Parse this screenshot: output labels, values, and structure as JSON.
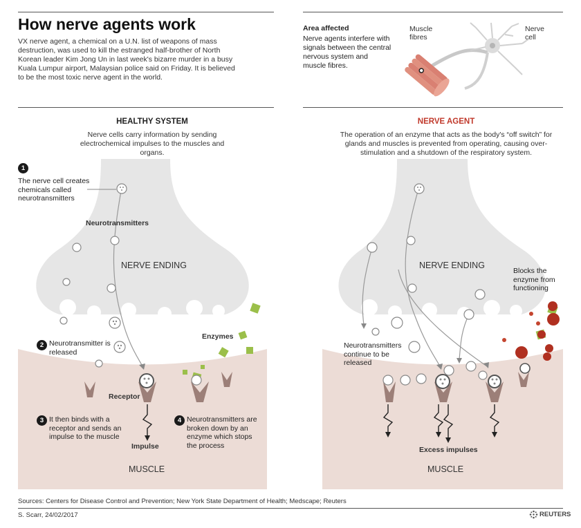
{
  "header": {
    "title": "How nerve agents work",
    "intro": "VX nerve agent, a chemical on a U.N. list of weapons of mass destruction, was used to kill the estranged half-brother of North Korean leader Kim Jong Un in last week's bizarre murder in a busy Kuala Lumpur airport, Malaysian police said on Friday. It is believed to be the most toxic nerve agent in the world."
  },
  "area": {
    "heading": "Area affected",
    "text": "Nerve agents interfere with signals between the central nervous system and muscle fibres.",
    "muscle_label": "Muscle fibres",
    "cell_label": "Nerve cell"
  },
  "healthy": {
    "heading": "HEALTHY SYSTEM",
    "description": "Nerve cells carry information by sending electrochemical impulses to the muscles and organs.",
    "steps": [
      {
        "num": "1",
        "text": "The nerve cell creates chemicals called neurotransmitters"
      },
      {
        "num": "2",
        "text": "Neurotransmitter is released"
      },
      {
        "num": "3",
        "text": "It then binds with a receptor and sends an impulse to the muscle"
      },
      {
        "num": "4",
        "text": "Neurotransmitters are broken down by an enzyme which stops the process"
      }
    ],
    "neurotransmitters_label": "Neurotransmitters",
    "nerve_ending_label": "NERVE ENDING",
    "enzymes_label": "Enzymes",
    "receptor_label": "Receptor",
    "impulse_label": "Impulse",
    "muscle_label": "MUSCLE"
  },
  "agent": {
    "heading": "NERVE AGENT",
    "description": "The operation of an enzyme that acts as the body's “off switch” for glands and muscles is prevented from operating, causing over-stimulation and a shutdown of the respiratory system.",
    "nerve_ending_label": "NERVE ENDING",
    "blocks_label": "Blocks the enzyme from functioning",
    "continue_label": "Neurotransmitters continue to be released",
    "excess_label": "Excess impulses",
    "muscle_label": "MUSCLE"
  },
  "footer": {
    "sources": "Sources: Centers for Disease Control and Prevention; New York State Department of Health; Medscape; Reuters",
    "credit": "S. Scarr, 24/02/2017",
    "brand": "REUTERS"
  },
  "colors": {
    "heading_red": "#c0392b",
    "nerve_gray": "#e6e6e6",
    "muscle_pink": "#ecdcd6",
    "receptor": "#9c7f78",
    "enzyme_green": "#9bbf4a",
    "agent_red": "#b03020"
  }
}
